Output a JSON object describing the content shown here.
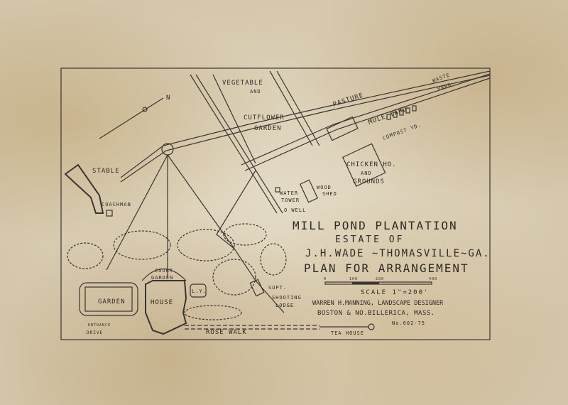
{
  "map": {
    "compass": "N",
    "labels": {
      "vegetable": "VEGETABLE",
      "and1": "AND",
      "cutflower": "CUTFLOWER",
      "garden_top": "GARDEN",
      "pasture": "PASTURE",
      "mule_yard": "MULE YARD",
      "waste_yard_1": "WASTE",
      "waste_yard_2": "YARD",
      "compost": "COMPOST YD.",
      "chicken": "CHICKEN HO.",
      "and2": "AND",
      "grounds": "GROUNDS",
      "stable": "STABLE",
      "water_tower_1": "WATER",
      "water_tower_2": "TOWER",
      "wood_shed_1": "WOOD",
      "wood_shed_2": "SHED",
      "well": "O WELL",
      "coachman": "COACHMAN",
      "court_garden_1": "COURT",
      "court_garden_2": "GARDEN",
      "garden": "GARDEN",
      "house": "HOUSE",
      "ly": "L.Y.",
      "supt": "SUPT.",
      "shooting_lodge_1": "SHOOTING",
      "shooting_lodge_2": "LODGE",
      "entrance": "ENTRANCE",
      "drive": "DRIVE",
      "rose_walk": "ROSE WALK",
      "tea_house": "TEA HOUSE"
    },
    "title_block": {
      "title": "MILL POND PLANTATION",
      "estate_of": "ESTATE OF",
      "owner": "J.H.WADE ~THOMASVILLE~GA.",
      "plan": "PLAN FOR ARRANGEMENT",
      "scale_ticks": [
        "0",
        "100",
        "200",
        "400"
      ],
      "scale": "SCALE 1\"=200'",
      "designer": "WARREN H.MANNING, LANDSCAPE DESIGNER",
      "address": "BOSTON & NO.BILLERICA, MASS.",
      "number": "No.602-75"
    }
  }
}
